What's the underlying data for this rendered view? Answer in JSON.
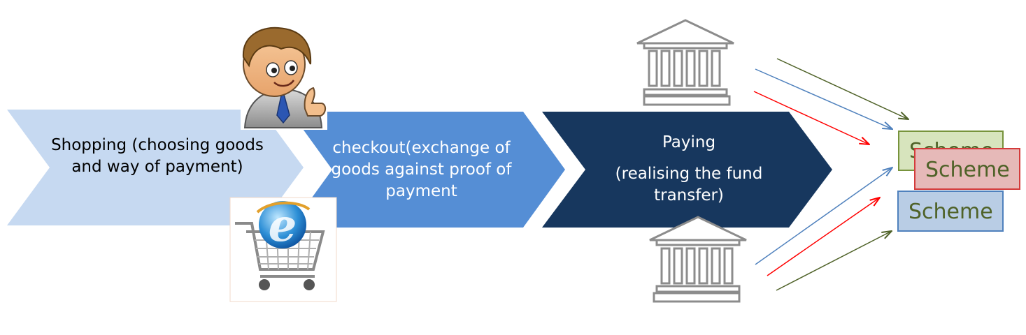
{
  "steps": [
    {
      "text": "Shopping (choosing goods and  way of payment)",
      "color": "#c6d9f1"
    },
    {
      "text": "checkout(exchange of goods against proof of payment",
      "color": "#558ed5"
    },
    {
      "title": "Paying",
      "subtitle": "(realising the fund transfer)",
      "color": "#17375e"
    }
  ],
  "schemes": {
    "back": "Scheme",
    "front_red": "Scheme",
    "front_blue": "Scheme"
  },
  "icons": [
    "customer-thumbs-up-icon",
    "e-shopping-cart-icon",
    "bank-building-icon",
    "bank-building-icon"
  ],
  "arrow_colors": {
    "olive": "#4f6228",
    "blue": "#4f81bd",
    "red": "#ff0000"
  }
}
